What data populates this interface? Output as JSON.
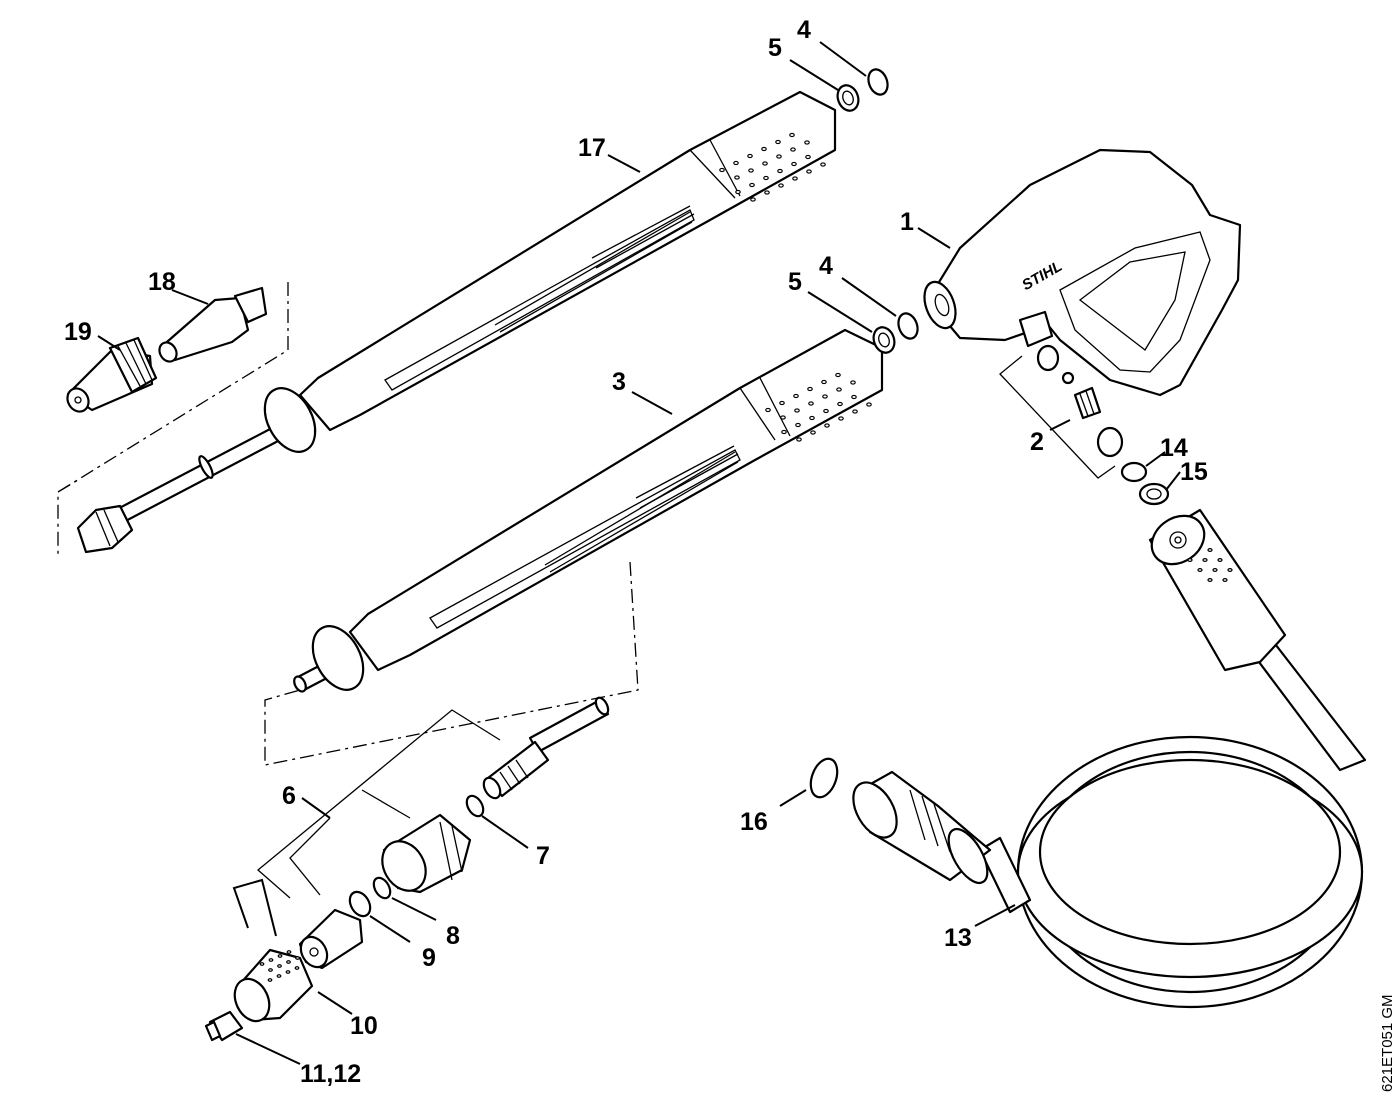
{
  "drawing_code": "621ET051 GM",
  "callouts": {
    "c1": "1",
    "c2": "2",
    "c3": "3",
    "c4a": "4",
    "c4b": "4",
    "c5a": "5",
    "c5b": "5",
    "c6": "6",
    "c7": "7",
    "c8": "8",
    "c9": "9",
    "c10": "10",
    "c11_12": "11,12",
    "c13": "13",
    "c14": "14",
    "c15": "15",
    "c16": "16",
    "c17": "17",
    "c18": "18",
    "c19": "19"
  },
  "brand_mark": "STIHL"
}
